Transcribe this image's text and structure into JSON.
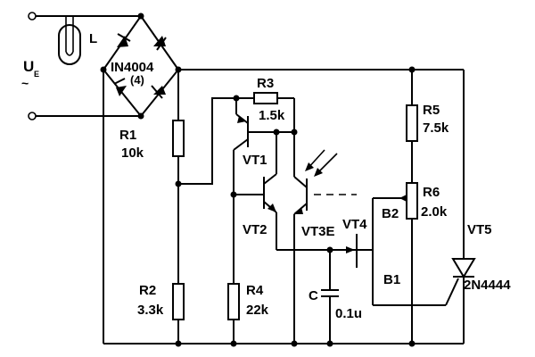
{
  "labels": {
    "ue_main": "U",
    "ue_sub": "E",
    "ue_tilde": "~",
    "lamp": "L",
    "bridge_part": "IN4004",
    "bridge_count": "(4)",
    "r1_name": "R1",
    "r1_value": "10k",
    "r2_name": "R2",
    "r2_value": "3.3k",
    "r3_name": "R3",
    "r3_value": "1.5k",
    "r4_name": "R4",
    "r4_value": "22k",
    "r5_name": "R5",
    "r5_value": "7.5k",
    "r6_name": "R6",
    "r6_value": "2.0k",
    "vt1": "VT1",
    "vt2": "VT2",
    "vt3e": "VT3E",
    "vt4": "VT4",
    "vt5": "VT5",
    "vt5_part": "2N4444",
    "b2": "B2",
    "b1": "B1",
    "cap_name": "C",
    "cap_value": "0.1u"
  }
}
